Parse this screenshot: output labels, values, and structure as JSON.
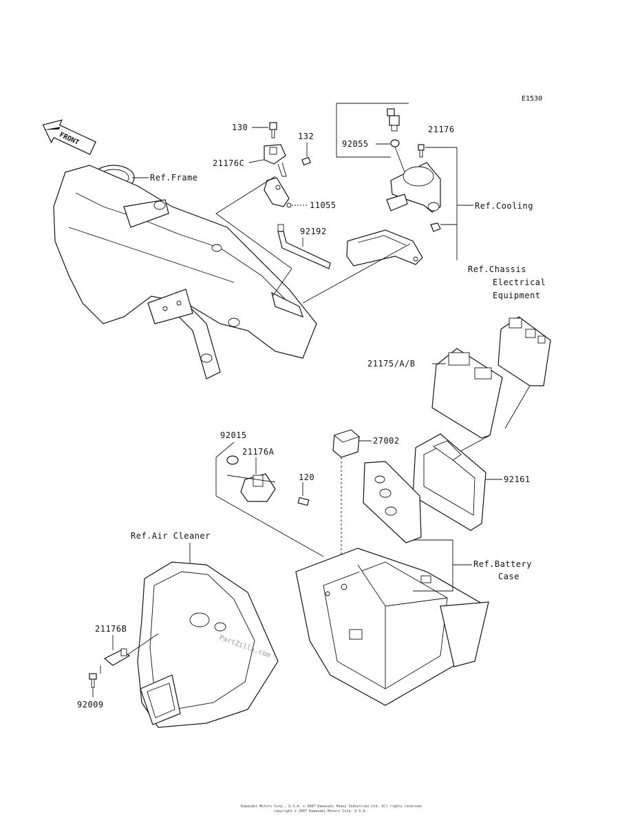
{
  "diagram": {
    "figure_code": "E1530",
    "front_marker": "FRONT",
    "watermark": "PartZilla.com",
    "footer_line1": "Kawasaki Motors Corp., U.S.A. © 2007 Kawasaki Heavy Industries Ltd. All rights reserved.",
    "footer_line2": "copyright © 2007 Kawasaki Motors Corp. U.S.A.",
    "part_labels": {
      "p130": "130",
      "p132": "132",
      "p21176C": "21176C",
      "p11055": "11055",
      "p92192": "92192",
      "p92055": "92055",
      "p21176": "21176",
      "p21175AB": "21175/A/B",
      "p92015": "92015",
      "p21176A": "21176A",
      "p120": "120",
      "p27002": "27002",
      "p92161": "92161",
      "p21176B": "21176B",
      "p92009": "92009"
    },
    "ref_labels": {
      "frame": "Ref.Frame",
      "cooling": "Ref.Cooling",
      "chassis_line1": "Ref.Chassis",
      "chassis_line2": "Electrical",
      "chassis_line3": "Equipment",
      "air_cleaner": "Ref.Air Cleaner",
      "battery_line1": "Ref.Battery",
      "battery_line2": "Case"
    }
  }
}
